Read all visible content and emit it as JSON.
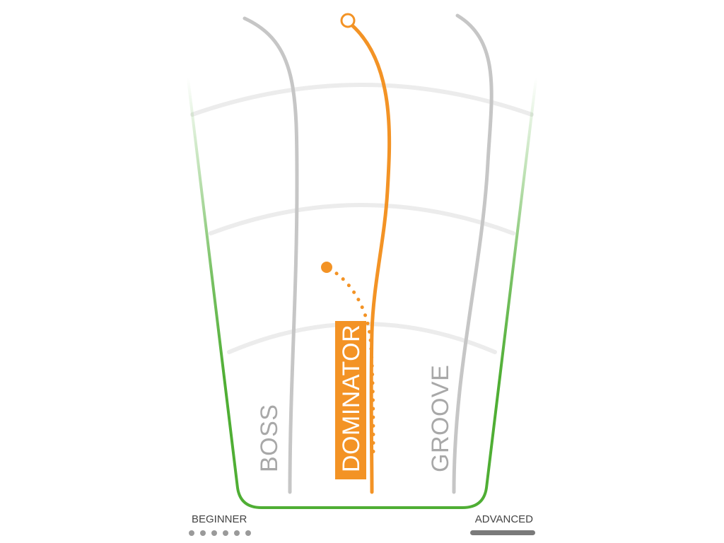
{
  "labels": {
    "boss": "BOSS",
    "dominator": "DOMINATOR",
    "groove": "GROOVE"
  },
  "scale": {
    "left": "BEGINNER",
    "right": "ADVANCED"
  },
  "colors": {
    "accent": "#f39325",
    "accent_text": "#ffffff",
    "inactive_line": "#c6c6c6",
    "inactive_text": "#a8a8a8",
    "outline_green": "#4fae34",
    "ring": "#ececec",
    "scale_text": "#444444",
    "scale_bar": "#7a7a7a",
    "scale_dots": "#9a9a9a"
  },
  "icons": {
    "start_marker": "hollow-circle-marker",
    "end_marker": "filled-circle-marker"
  }
}
